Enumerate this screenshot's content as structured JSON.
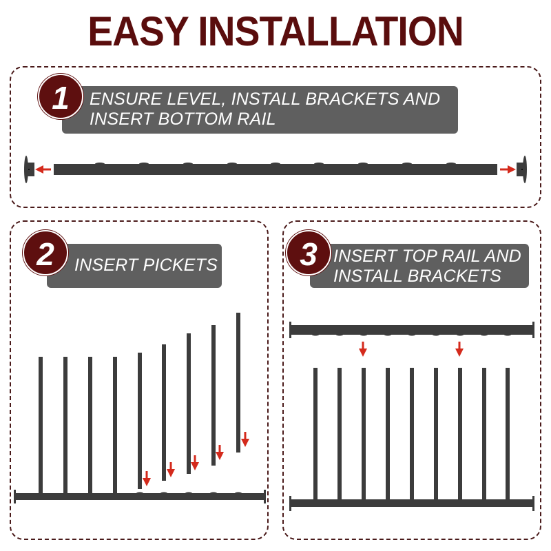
{
  "title": "EASY INSTALLATION",
  "colors": {
    "title": "#5a0d0d",
    "badge": "#5e0f0f",
    "label_bg": "#5f5f5f",
    "rail": "#3c3c3c",
    "arrow": "#d42a1c",
    "panel_border": "#4a1a1a"
  },
  "steps": [
    {
      "number": "1",
      "label_lines": [
        "ENSURE LEVEL, INSTALL BRACKETS AND",
        "INSERT BOTTOM RAIL"
      ],
      "illustration": "bottom rail with brackets on both ends, arrows pointing outward toward brackets"
    },
    {
      "number": "2",
      "label_lines": [
        "INSERT PICKETS"
      ],
      "illustration": "nine pickets on bottom rail; first four inserted, last five descending with down arrows"
    },
    {
      "number": "3",
      "label_lines": [
        "INSERT TOP RAIL AND",
        "INSTALL BRACKETS"
      ],
      "illustration": "top rail above nine pickets with two down arrows; pickets fixed into bottom rail"
    }
  ]
}
